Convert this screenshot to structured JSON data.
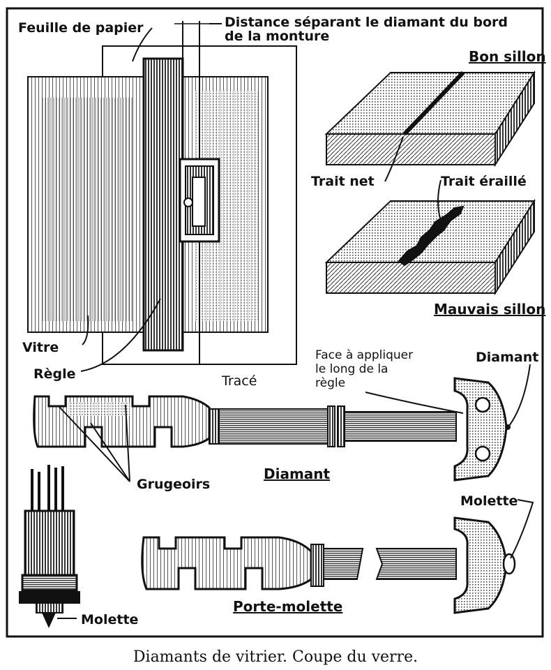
{
  "labels": {
    "feuille": "Feuille de papier",
    "distance_1": "Distance séparant le diamant du bord",
    "distance_2": "de la monture",
    "bon_sillon": "Bon sillon",
    "trait_net": "Trait net",
    "trait_eraille": "Trait éraillé",
    "mauvais_sillon": "Mauvais sillon",
    "vitre": "Vitre",
    "regle": "Règle",
    "trace": "Tracé",
    "face_1": "Face à appliquer",
    "face_2": "le long de la",
    "face_3": "règle",
    "diamant_tip": "Diamant",
    "diamant_title": "Diamant",
    "grugeoirs": "Grugeoirs",
    "molette_right": "Molette",
    "molette_left": "Molette",
    "porte_molette": "Porte-molette"
  },
  "caption": "Diamants de vitrier. Coupe du verre."
}
